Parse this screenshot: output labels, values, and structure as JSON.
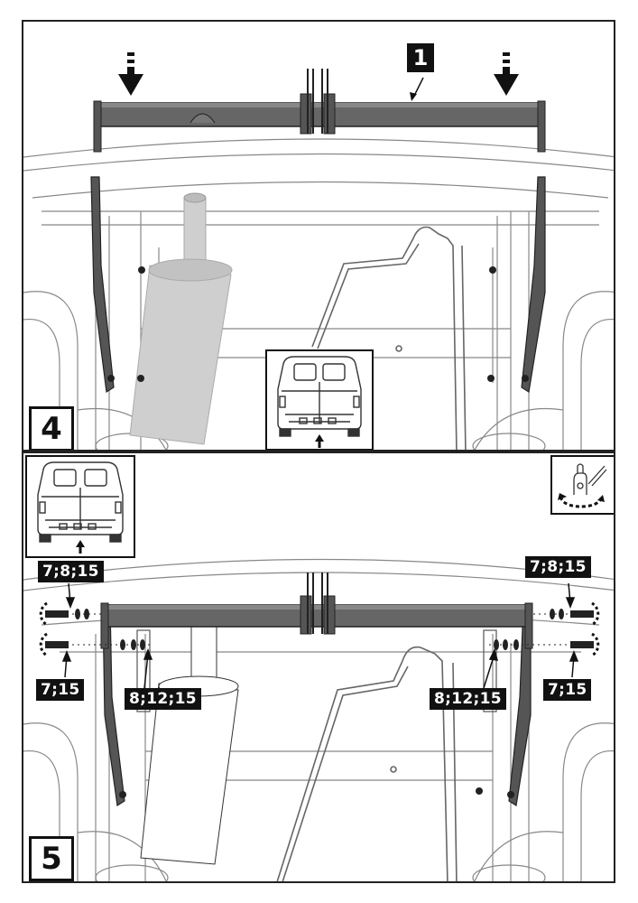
{
  "steps": {
    "top": {
      "number": "4",
      "part_number": "1"
    },
    "bottom": {
      "number": "5",
      "labels": {
        "left_upper": "7;8;15",
        "left_lower": "7;15",
        "left_inner": "8;12;15",
        "right_upper": "7;8;15",
        "right_lower": "7;15",
        "right_inner": "8;12;15"
      }
    }
  },
  "icons": {
    "vehicle_rear": "vehicle-rear-view-icon",
    "torque_tool": "torque-wrench-icon",
    "down_arrow": "dashed-down-arrow-icon"
  },
  "colors": {
    "frame": "#555555",
    "outline": "#222222",
    "muffler": "#c8c8c8",
    "line": "#888888"
  }
}
